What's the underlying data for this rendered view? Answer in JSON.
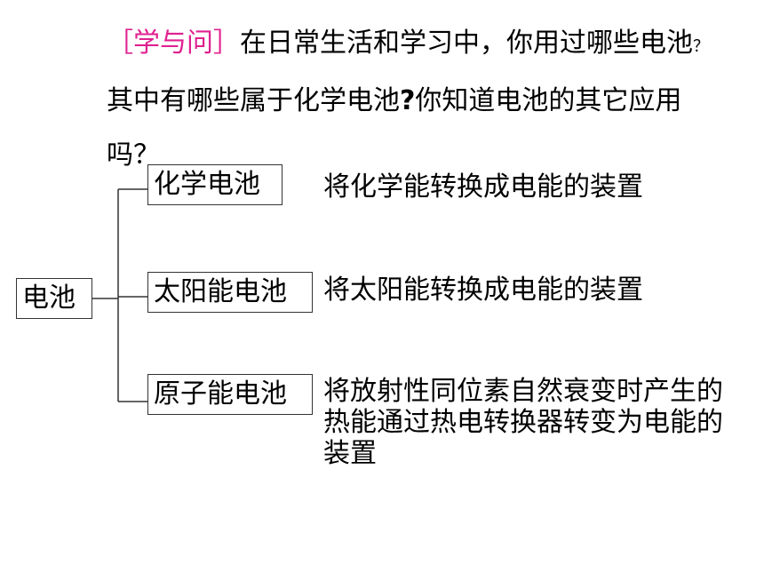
{
  "intro": {
    "label": "［学与问］",
    "text_1": "在日常生活和学习中，你用过哪些电池",
    "small_q": "？",
    "text_2": "其中有哪些属于化学电池",
    "bold_q": "?",
    "text_3": "你知道电池的其它应用吗？"
  },
  "diagram": {
    "root": "电池",
    "branches": [
      {
        "name": "化学电池",
        "description": "将化学能转换成电能的装置"
      },
      {
        "name": "太阳能电池",
        "description": "将太阳能转换成电能的装置"
      },
      {
        "name": "原子能电池",
        "description": "将放射性同位素自然衰变时产生的热能通过热电转换器转变为电能的装置"
      }
    ]
  },
  "colors": {
    "label": "#e0208f",
    "line": "#333333"
  }
}
